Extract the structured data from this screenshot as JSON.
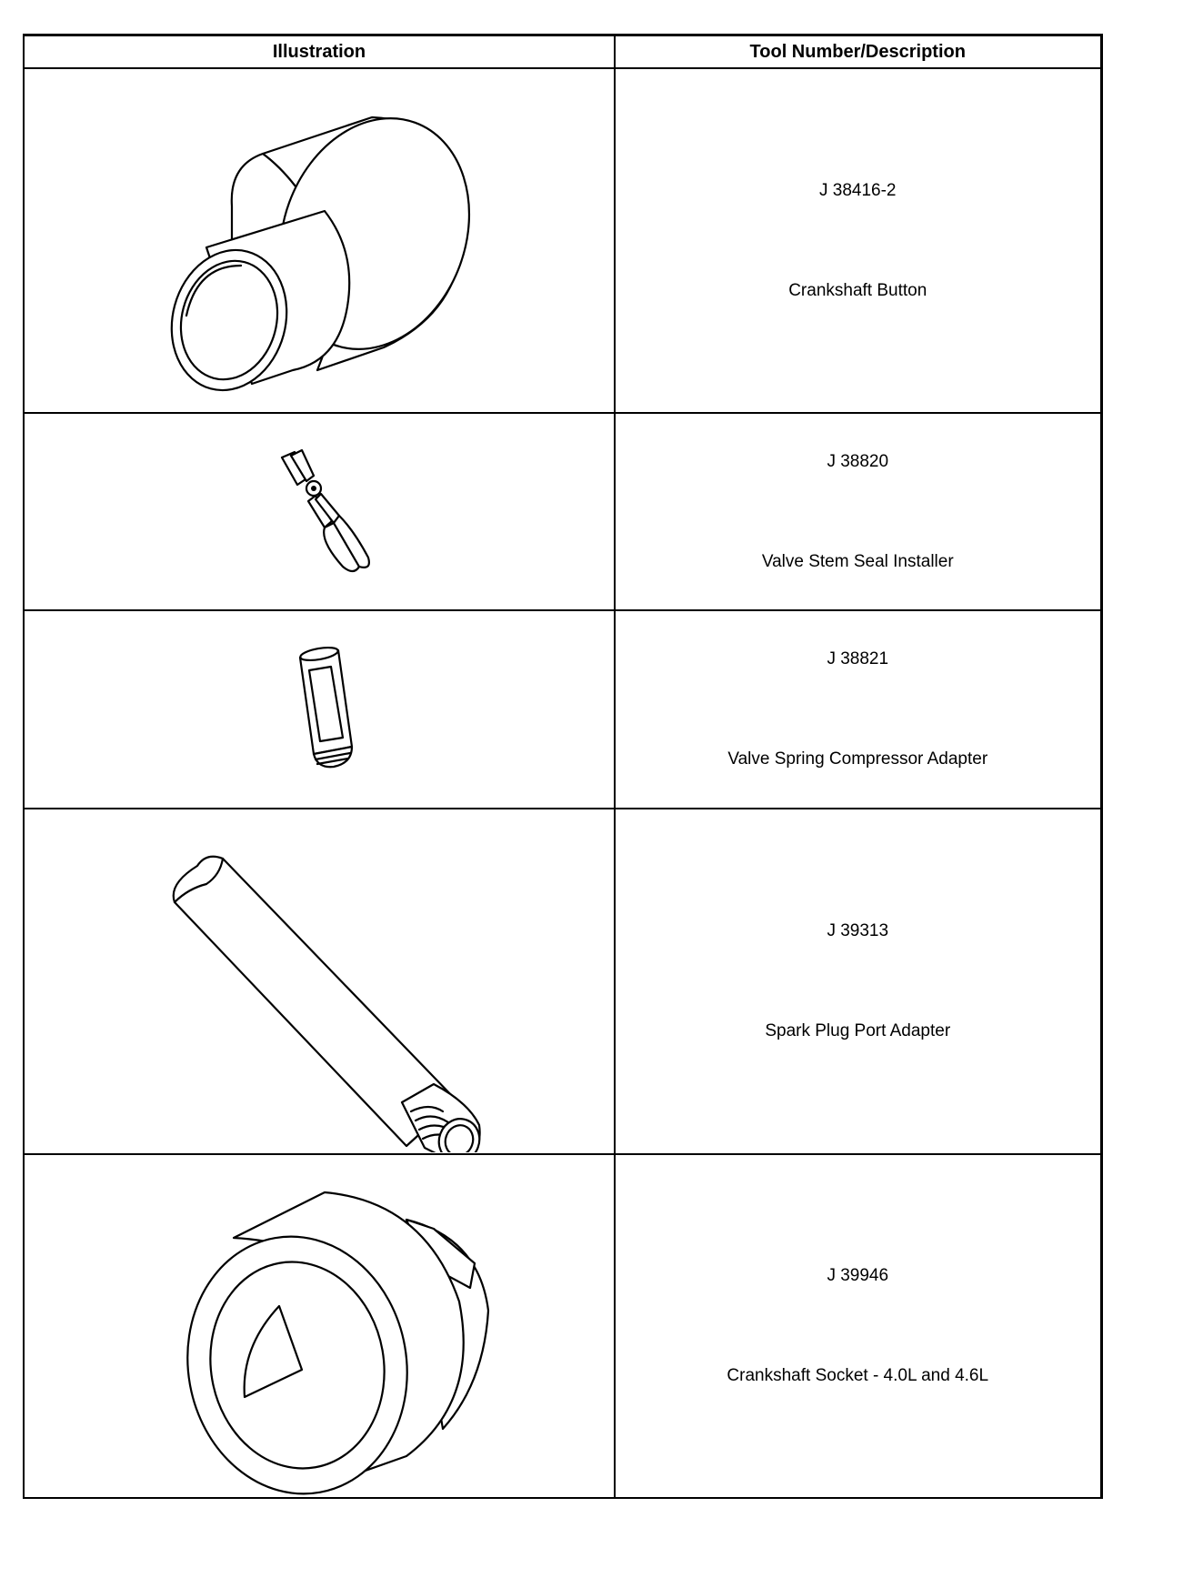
{
  "table": {
    "headers": {
      "illustration": "Illustration",
      "tool": "Tool Number/Description"
    },
    "rows": [
      {
        "number": "J 38416-2",
        "description": "Crankshaft Button",
        "image": "crankshaft-button-drawing"
      },
      {
        "number": "J 38820",
        "description": "Valve Stem Seal Installer",
        "image": "valve-stem-seal-installer-drawing"
      },
      {
        "number": "J 38821",
        "description": "Valve Spring Compressor Adapter",
        "image": "valve-spring-compressor-adapter-drawing"
      },
      {
        "number": "J 39313",
        "description": "Spark Plug Port Adapter",
        "image": "spark-plug-port-adapter-drawing"
      },
      {
        "number": "J 39946",
        "description": "Crankshaft Socket - 4.0L and 4.6L",
        "image": "crankshaft-socket-drawing"
      }
    ]
  }
}
